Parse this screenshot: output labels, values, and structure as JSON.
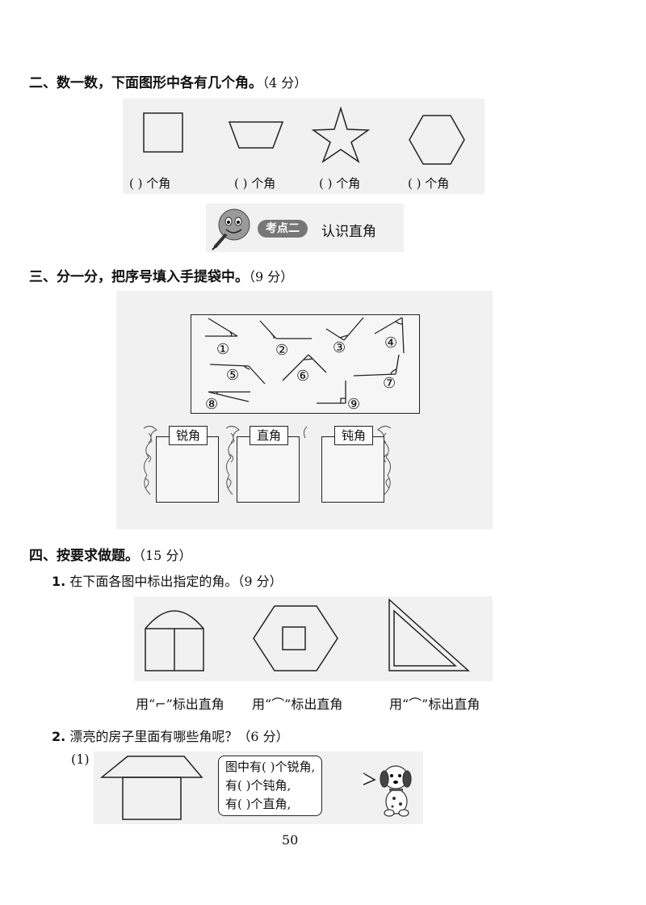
{
  "section2": {
    "title": "二、数一数，下面图形中各有几个角。",
    "score": "（4 分）",
    "shapes": [
      {
        "name": "square",
        "blank": "(    ) 个角"
      },
      {
        "name": "trapezoid",
        "blank": "(    ) 个角"
      },
      {
        "name": "star",
        "blank": "(    ) 个角"
      },
      {
        "name": "hexagon",
        "blank": "(    ) 个角"
      }
    ]
  },
  "kaodian": {
    "label": "考点二",
    "title": "认识直角"
  },
  "section3": {
    "title": "三、分一分，把序号填入手提袋中。",
    "score": "（9 分）",
    "numbers": [
      "①",
      "②",
      "③",
      "④",
      "⑤",
      "⑥",
      "⑦",
      "⑧",
      "⑨"
    ],
    "bags": [
      "锐角",
      "直角",
      "钝角"
    ]
  },
  "section4": {
    "title": "四、按要求做题。",
    "score": "（15 分）",
    "q1": {
      "num": "1.",
      "text": "在下面各图中标出指定的角。（9 分）",
      "captions": [
        "用“⌐”标出直角",
        "用“⌒”标出直角",
        "用“⌒”标出直角"
      ]
    },
    "q2": {
      "num": "2.",
      "text": "漂亮的房子里面有哪些角呢？（6 分）",
      "part": "(1)",
      "bubble": [
        "图中有(    )个锐角,",
        "有(    )个钝角,",
        "有(    )个直角,"
      ]
    }
  },
  "page_number": "50"
}
